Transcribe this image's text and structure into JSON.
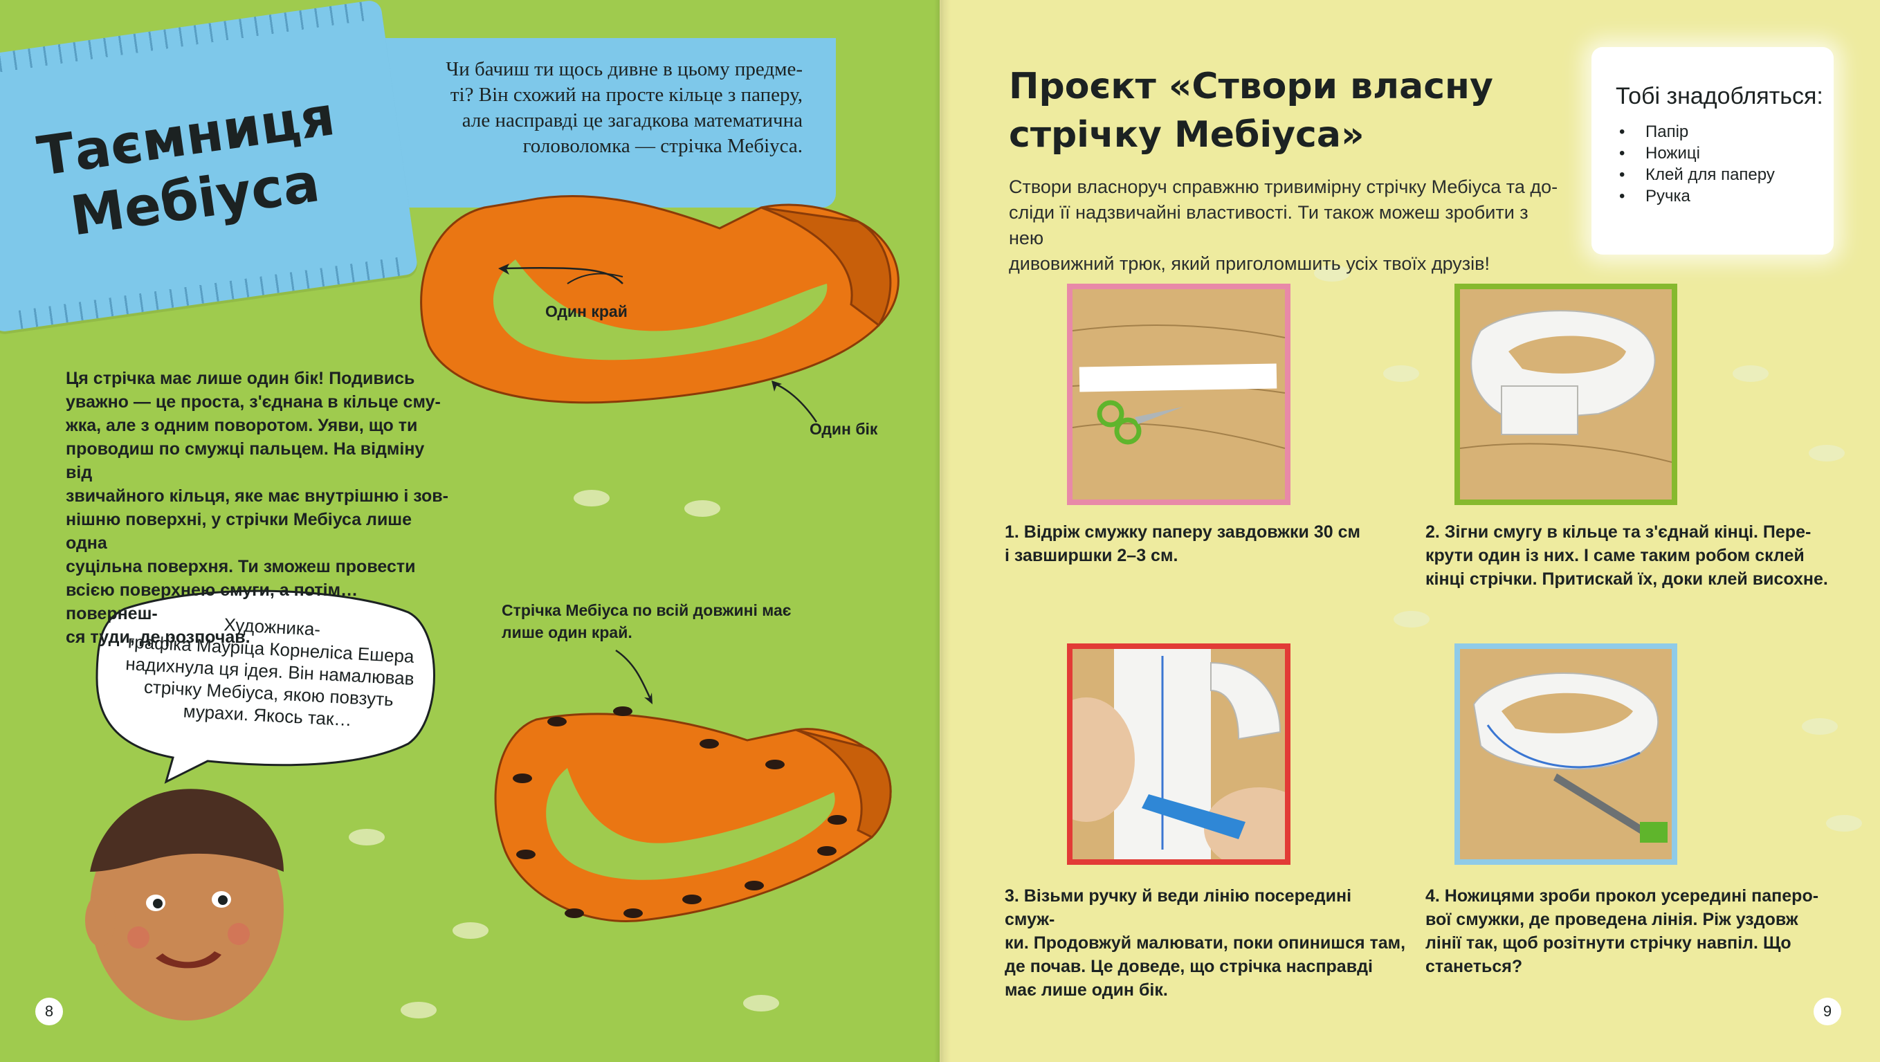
{
  "left_page": {
    "title_lines": [
      "Таємниця",
      "Мебіуса"
    ],
    "intro_lines": [
      "Чи бачиш ти щось дивне в цьому предме-",
      "ті? Він схожий на просте кільце з паперу,",
      "але насправді це загадкова математична",
      "головоломка — стрічка Мебіуса."
    ],
    "label_edge": "Один край",
    "label_side": "Один бік",
    "body_lines": [
      "Ця стрічка має лише один бік! Подивись",
      "уважно — це проста, з'єднана в кільце сму-",
      "жка, але з одним поворотом. Уяви, що ти",
      "проводиш по смужці пальцем. На відміну від",
      "звичайного кільця, яке має внутрішню і зов-",
      "нішню поверхні, у стрічки Мебіуса лише одна",
      "суцільна поверхня. Ти зможеш провести",
      "всією поверхнею смуги, а потім… повернеш-",
      "ся туди, де розпочав."
    ],
    "ant_caption_lines": [
      "Стрічка Мебіуса по всій довжині має",
      "лише один край."
    ],
    "bubble_lines": [
      "Художника-",
      "графіка Мауріца Корнеліса Ешера",
      "надихнула ця ідея. Він намалював",
      "стрічку Мебіуса, якою повзуть",
      "мурахи. Якось так…"
    ],
    "page_number": "8"
  },
  "right_page": {
    "title_lines": [
      "Проєкт «Створи власну",
      "стрічку Мебіуса»"
    ],
    "intro_lines": [
      "Створи власноруч справжню тривимірну стрічку Мебіуса та до-",
      "сліди її надзвичайні властивості. Ти також можеш зробити з нею",
      "дивовижний трюк, який приголомшить усіх твоїх друзів!"
    ],
    "needs_title": "Тобі знадобляться:",
    "needs_items": [
      "Папір",
      "Ножиці",
      "Клей для паперу",
      "Ручка"
    ],
    "steps": [
      {
        "lines": [
          "1. Відріж смужку паперу завдовжки 30 см",
          "і завширшки 2–3 см."
        ],
        "frame_color": "#e889a8"
      },
      {
        "lines": [
          "2. Зігни смугу в кільце та з'єднай кінці. Пере-",
          "крути один із них. І саме таким робом склей",
          "кінці стрічки. Притискай їх, доки клей висохне."
        ],
        "frame_color": "#86b92e"
      },
      {
        "lines": [
          "3. Візьми ручку й веди лінію посередині смуж-",
          "ки. Продовжуй малювати, поки опинишся там,",
          "де почав. Це доведе, що стрічка насправді",
          "має лише один бік."
        ],
        "frame_color": "#e23b36"
      },
      {
        "lines": [
          "4. Ножицями зроби прокол усередині паперо-",
          "вої смужки, де проведена лінія. Ріж уздовж",
          "лінії так, щоб розітнути стрічку навпіл. Що",
          "станеться?"
        ],
        "frame_color": "#8fcbe8"
      }
    ],
    "page_number": "9"
  },
  "colors": {
    "left_bg": "#9fcb4e",
    "right_bg": "#eeeb9f",
    "blue_accent": "#7ec8ea",
    "ribbon_orange": "#ea7613",
    "text": "#1c2222"
  }
}
